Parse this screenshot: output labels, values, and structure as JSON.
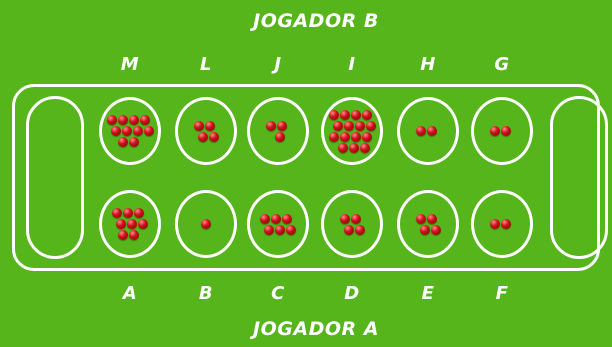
{
  "players": {
    "top": "JOGADOR B",
    "bottom": "JOGADOR A"
  },
  "colors": {
    "background": "#55b51a",
    "lines": "#ffffff",
    "seed": "#d0101a"
  },
  "top_row": [
    {
      "label": "M",
      "seeds": 10
    },
    {
      "label": "L",
      "seeds": 4
    },
    {
      "label": "J",
      "seeds": 3
    },
    {
      "label": "I",
      "seeds": 15
    },
    {
      "label": "H",
      "seeds": 2
    },
    {
      "label": "G",
      "seeds": 2
    }
  ],
  "bottom_row": [
    {
      "label": "A",
      "seeds": 8
    },
    {
      "label": "B",
      "seeds": 1
    },
    {
      "label": "C",
      "seeds": 6
    },
    {
      "label": "D",
      "seeds": 4
    },
    {
      "label": "E",
      "seeds": 4
    },
    {
      "label": "F",
      "seeds": 2
    }
  ],
  "stores": {
    "left": {
      "seeds": 0
    },
    "right": {
      "seeds": 0
    }
  }
}
